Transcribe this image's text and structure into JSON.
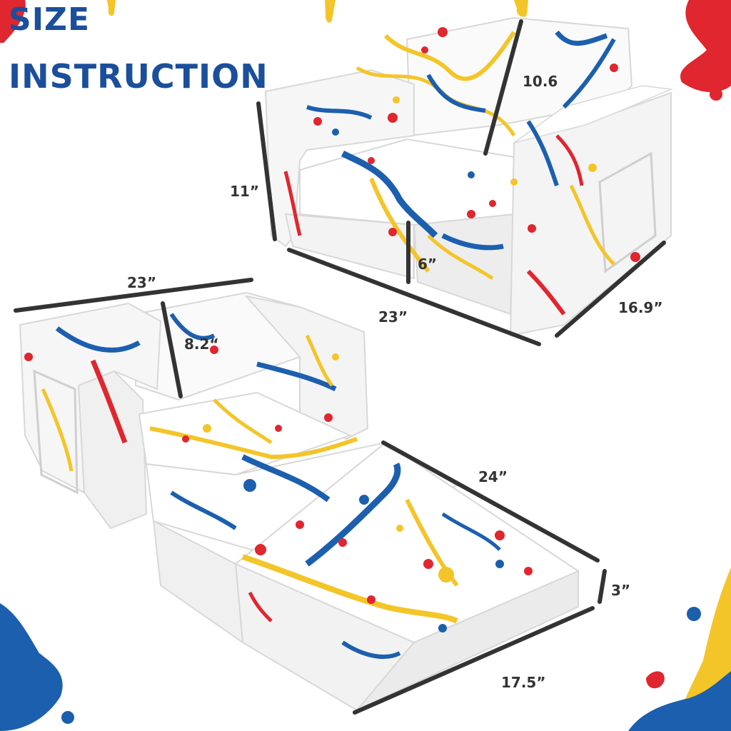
{
  "heading": {
    "line1": "SIZE",
    "line2": "INSTRUCTION"
  },
  "dimensions": {
    "back_height": "10.6",
    "total_height": "11”",
    "seat_height": "6”",
    "width_top": "23”",
    "depth": "16.9”",
    "width_bottom_sofa": "23”",
    "back_height_bed": "8.2“",
    "bed_length": "24”",
    "bed_thickness": "3”",
    "bed_width": "17.5”"
  },
  "colors": {
    "title": "#1b4f9c",
    "splash_blue": "#1c5fae",
    "splash_red": "#e0262f",
    "splash_yellow": "#f3c528",
    "dim_line": "#333333",
    "foam_white": "#fafafa"
  }
}
